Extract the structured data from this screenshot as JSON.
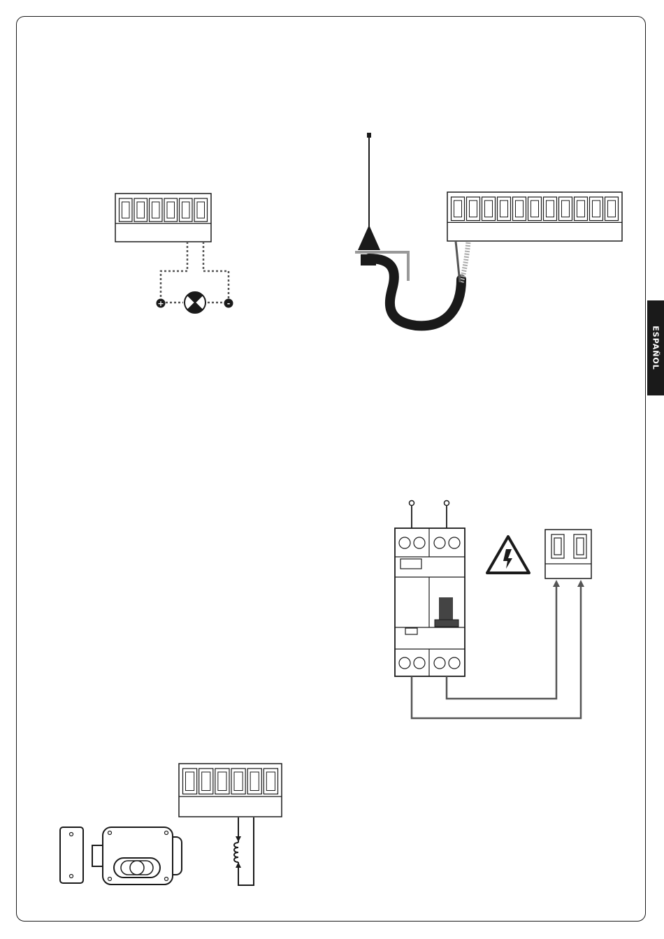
{
  "page": {
    "language_tab": "ESPAÑOL"
  },
  "colors": {
    "ink": "#1a1a1a",
    "wire": "#555555",
    "cable": "#1a1a1a",
    "shield": "#999999",
    "tab_bg": "#1a1a1a",
    "tab_text": "#ffffff"
  },
  "diagrams": {
    "lamp": {
      "polarity_left": "+",
      "polarity_right": "-",
      "terminal_count": 6
    },
    "antenna": {
      "terminal_count": 11
    },
    "breaker": {
      "terminal_count": 2,
      "warning_symbol": "high-voltage"
    },
    "lock": {
      "terminal_count": 6
    }
  }
}
